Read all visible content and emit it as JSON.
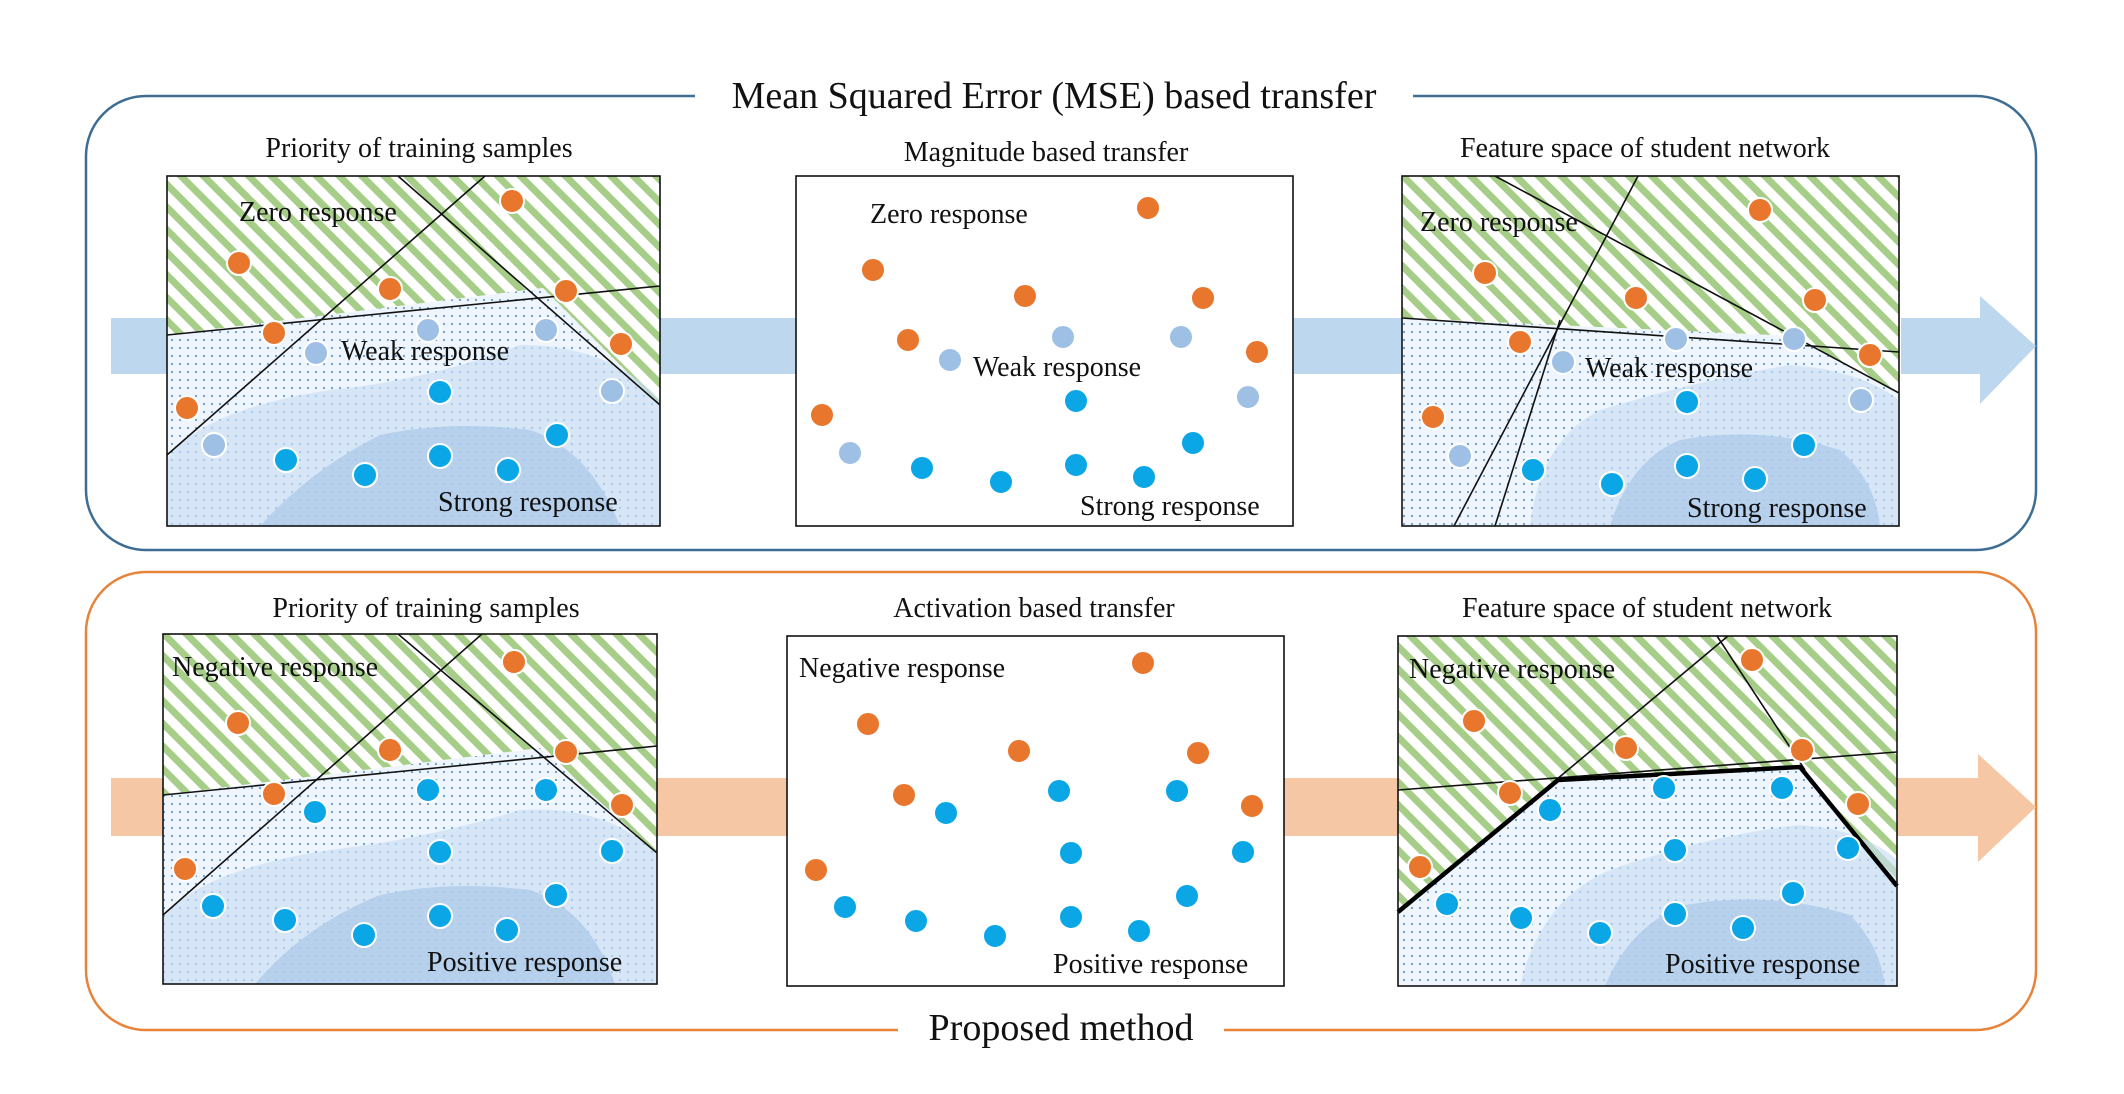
{
  "top_section": {
    "title": "Mean Squared Error (MSE) based transfer",
    "panels": [
      {
        "title": "Priority of training samples",
        "labels": [
          "Zero response",
          "Weak response",
          "Strong response"
        ]
      },
      {
        "title": "Magnitude based transfer",
        "labels": [
          "Zero response",
          "Weak response",
          "Strong response"
        ]
      },
      {
        "title": "Feature space of student network",
        "labels": [
          "Zero response",
          "Weak response",
          "Strong response"
        ]
      }
    ]
  },
  "bottom_section": {
    "title": "Proposed method",
    "panels": [
      {
        "title": "Priority of training samples",
        "labels": [
          "Negative response",
          "Positive response"
        ]
      },
      {
        "title": "Activation based transfer",
        "labels": [
          "Negative response",
          "Positive response"
        ]
      },
      {
        "title": "Feature space of student network",
        "labels": [
          "Negative response",
          "Positive response"
        ]
      }
    ]
  },
  "colors": {
    "top_border": "#3e6d93",
    "bottom_border": "#e8833a",
    "top_arrow": "#bcd7ee",
    "bottom_arrow": "#f6c7a4",
    "orange_dot": "#e8762d",
    "light_blue_dot": "#9ec0e4",
    "cyan_dot": "#0aa6e6",
    "hatch_green": "#a7ce88",
    "dot_pattern": "#6d99cc",
    "region_mid": "#c9ddf2",
    "region_deep": "#a9c8ea"
  }
}
